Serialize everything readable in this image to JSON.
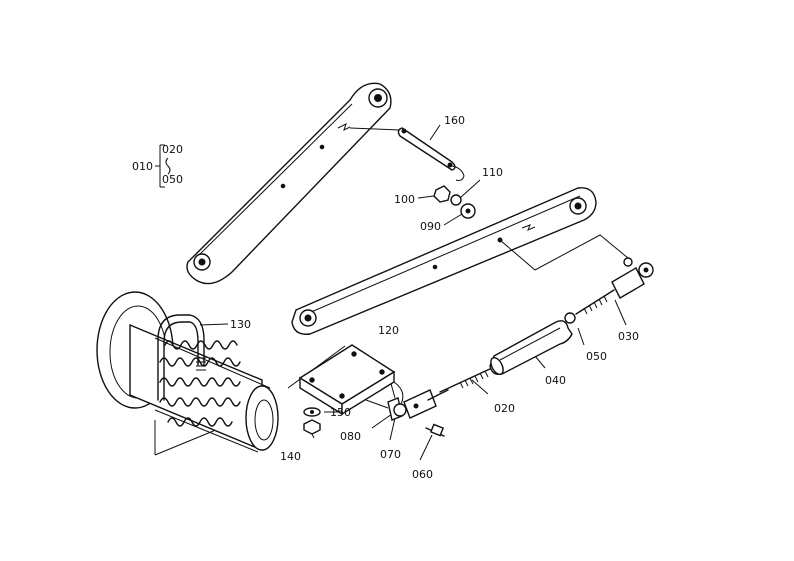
{
  "labels": {
    "p010": "010",
    "p020_range": "020",
    "p050_range": "050",
    "p160": "160",
    "p110": "110",
    "p100": "100",
    "p090": "090",
    "p130": "130",
    "p120": "120",
    "p030": "030",
    "p050": "050",
    "p040": "040",
    "p020": "020",
    "p150": "150",
    "p080": "080",
    "p070": "070",
    "p140": "140",
    "p060": "060"
  }
}
